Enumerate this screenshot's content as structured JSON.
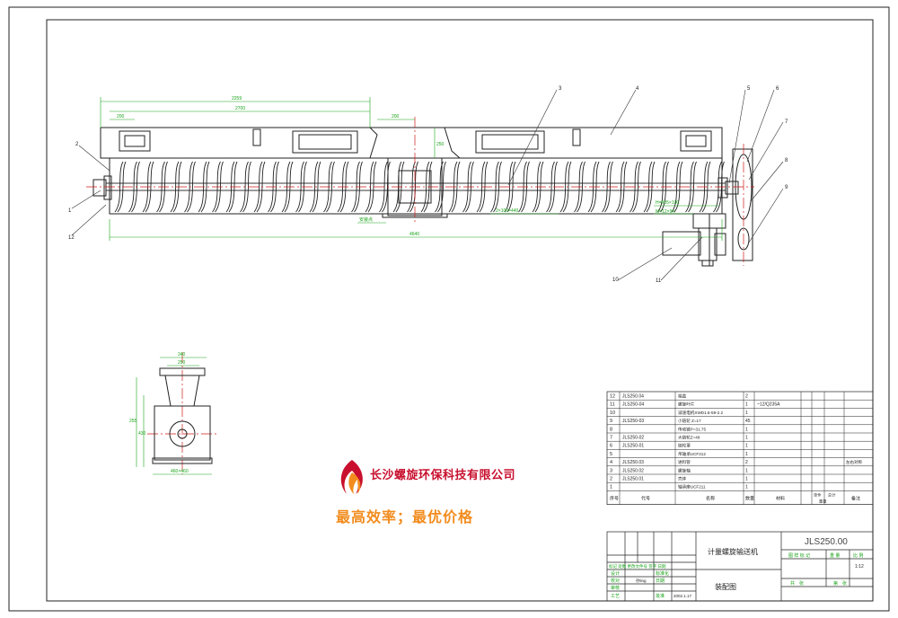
{
  "balloons": [
    "1",
    "2",
    "3",
    "4",
    "5",
    "6",
    "7",
    "8",
    "9",
    "10",
    "11",
    "12"
  ],
  "dimensions": {
    "top_overall": "2259",
    "top_inner": "2700",
    "top_left": "200",
    "top_right": "200",
    "height_small": "250",
    "bottom_total": "4640",
    "motor_dim": "2×100=440",
    "side_top_outer": "340",
    "side_top_inner": "250",
    "side_height_inner": "255",
    "side_height_outer": "430",
    "side_base": "460×460",
    "note_flange": "安装点",
    "note_motor_a": "H=905×100",
    "note_motor_b": "M=12×94"
  },
  "bom": {
    "rows": [
      {
        "no": "12",
        "code": "JLS250.04",
        "name": "端盖",
        "qty": "2",
        "material": "",
        "mass": "",
        "note": ""
      },
      {
        "no": "11",
        "code": "JLS250-04",
        "name": "螺旋叶片",
        "qty": "1",
        "material": "~12/Q235A",
        "mass": "",
        "note": ""
      },
      {
        "no": "10",
        "code": "",
        "name": "减速电机XWD1.5-59-2.2",
        "qty": "1",
        "material": "",
        "mass": "",
        "note": ""
      },
      {
        "no": "9",
        "code": "JLS250-03",
        "name": "小链轮 Z=17",
        "qty": "45",
        "material": "",
        "mass": "",
        "note": ""
      },
      {
        "no": "8",
        "code": "",
        "name": "传动链P=31.75",
        "qty": "1",
        "material": "",
        "mass": "",
        "note": ""
      },
      {
        "no": "7",
        "code": "JLS250-02",
        "name": "大链轮Z=48",
        "qty": "1",
        "material": "",
        "mass": "",
        "note": ""
      },
      {
        "no": "6",
        "code": "JLS250-01",
        "name": "链轮罩",
        "qty": "1",
        "material": "",
        "mass": "",
        "note": ""
      },
      {
        "no": "5",
        "code": "",
        "name": "吊轴承UCF212",
        "qty": "1",
        "material": "",
        "mass": "",
        "note": ""
      },
      {
        "no": "4",
        "code": "JLS250.03",
        "name": "进料管",
        "qty": "2",
        "material": "",
        "mass": "",
        "note": "左右对称"
      },
      {
        "no": "3",
        "code": "JLS250.02",
        "name": "螺旋轴",
        "qty": "1",
        "material": "",
        "mass": "",
        "note": ""
      },
      {
        "no": "2",
        "code": "JLS250.01",
        "name": "壳体",
        "qty": "1",
        "material": "",
        "mass": "",
        "note": ""
      },
      {
        "no": "1",
        "code": "",
        "name": "轴承座UCF211",
        "qty": "1",
        "material": "",
        "mass": "",
        "note": ""
      }
    ],
    "header": {
      "no": "序号",
      "code": "代号",
      "name": "名称",
      "qty": "数量",
      "material": "材料",
      "mass_single": "单件",
      "mass_total": "总计",
      "mass": "重量",
      "note": "备注"
    }
  },
  "titleblock": {
    "product_name": "计量螺旋输送机",
    "drawing_name": "装配图",
    "drawing_code": "JLS250.00",
    "stage_label": "图 样 标 记",
    "weight_label": "重 量",
    "scale_label": "比 例",
    "scale_value": "1:12",
    "sheet_total": "共　张",
    "sheet_no": "第　张",
    "rev_headers": "标记 处数 更改文件号 签字 日期",
    "designer": "设计",
    "checker": "校对",
    "reviewer": "审核",
    "approver": "批准",
    "standard": "标准化",
    "process": "工艺",
    "date": "日期",
    "date_value": "2002.1.17",
    "designer_sig": "孙ling",
    "approval_short": "审 核"
  },
  "watermark": {
    "company": "长沙螺旋环保科技有限公司",
    "slogan": "最高效率；最优价格"
  },
  "colors": {
    "line": "#222222",
    "centerline": "#d11919",
    "dimension": "#1aa31a",
    "leader": "#333333",
    "watermark_red": "#c8102e",
    "watermark_orange": "#f28c1e"
  }
}
